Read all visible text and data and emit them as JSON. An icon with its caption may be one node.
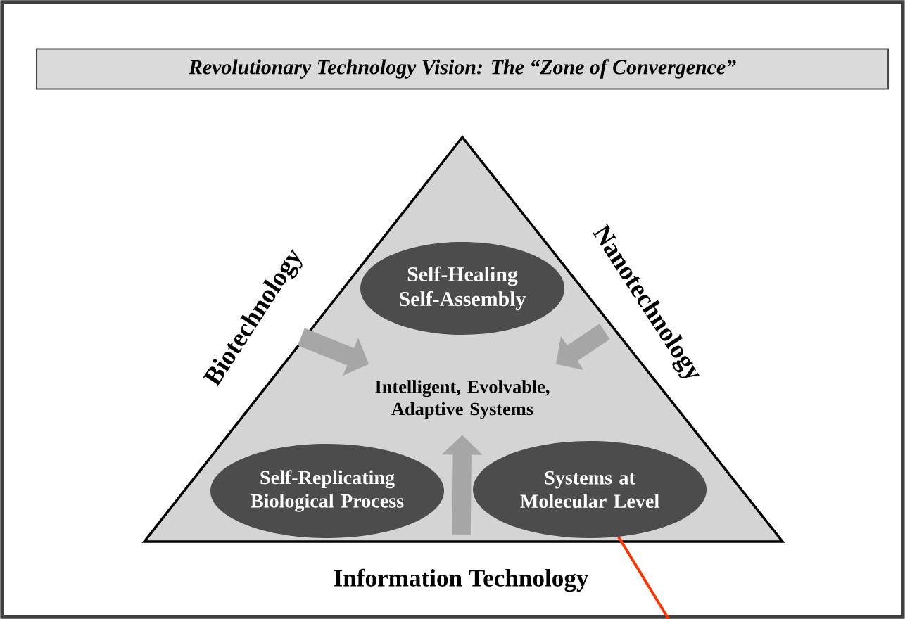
{
  "diagram": {
    "title": "Revolutionary Technology Vision: The “Zone of Convergence”",
    "nodes": [
      {
        "text": [],
        "shape": "triangle"
      },
      {
        "text": [
          "Self-Healing Self-Assembly"
        ],
        "in": 0
      },
      {
        "text": [
          "Intelligent, Evolvable, Adaptive Systems"
        ],
        "in": 0
      },
      {
        "text": [
          "Self-Replicating Biological Process"
        ],
        "in": 0
      },
      {
        "text": [
          "Systems at Molecular Level"
        ],
        "in": 0
      },
      {
        "text": [
          "Biotechnology"
        ]
      },
      {
        "text": [
          "Nanotechnology"
        ]
      },
      {
        "text": [
          "Information Technology"
        ]
      }
    ],
    "edges": [
      {
        "from": 5,
        "to": 2,
        "arrow": "to"
      },
      {
        "from": 6,
        "to": 2,
        "arrow": "to"
      },
      {
        "from": 7,
        "to": 2,
        "arrow": "to"
      },
      {
        "from": null,
        "to": 4,
        "arrow": "none",
        "color": "#ff3300"
      }
    ]
  }
}
